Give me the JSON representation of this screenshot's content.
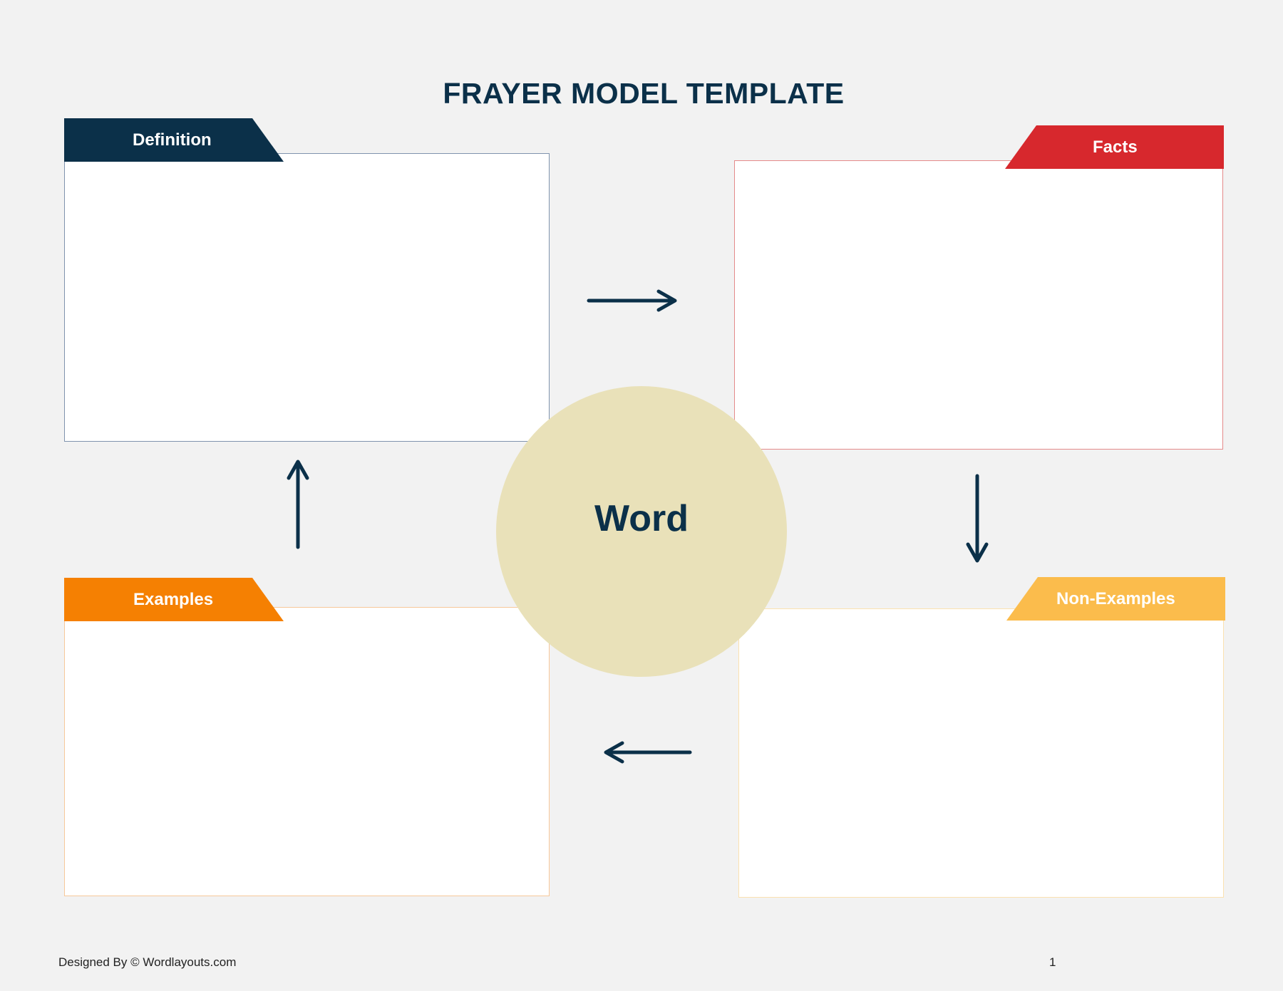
{
  "title": "FRAYER MODEL TEMPLATE",
  "center": {
    "word": "Word"
  },
  "sections": {
    "definition": {
      "label": "Definition",
      "color": "#0b3049"
    },
    "facts": {
      "label": "Facts",
      "color": "#d7282d"
    },
    "examples": {
      "label": "Examples",
      "color": "#f58002"
    },
    "non_examples": {
      "label": "Non-Examples",
      "color": "#fbbc4c"
    }
  },
  "footer": {
    "credit": "Designed By © Wordlayouts.com",
    "page_number": "1"
  },
  "colors": {
    "background": "#f2f2f2",
    "circle": "#e9e1b9",
    "text_dark": "#0b3049"
  }
}
